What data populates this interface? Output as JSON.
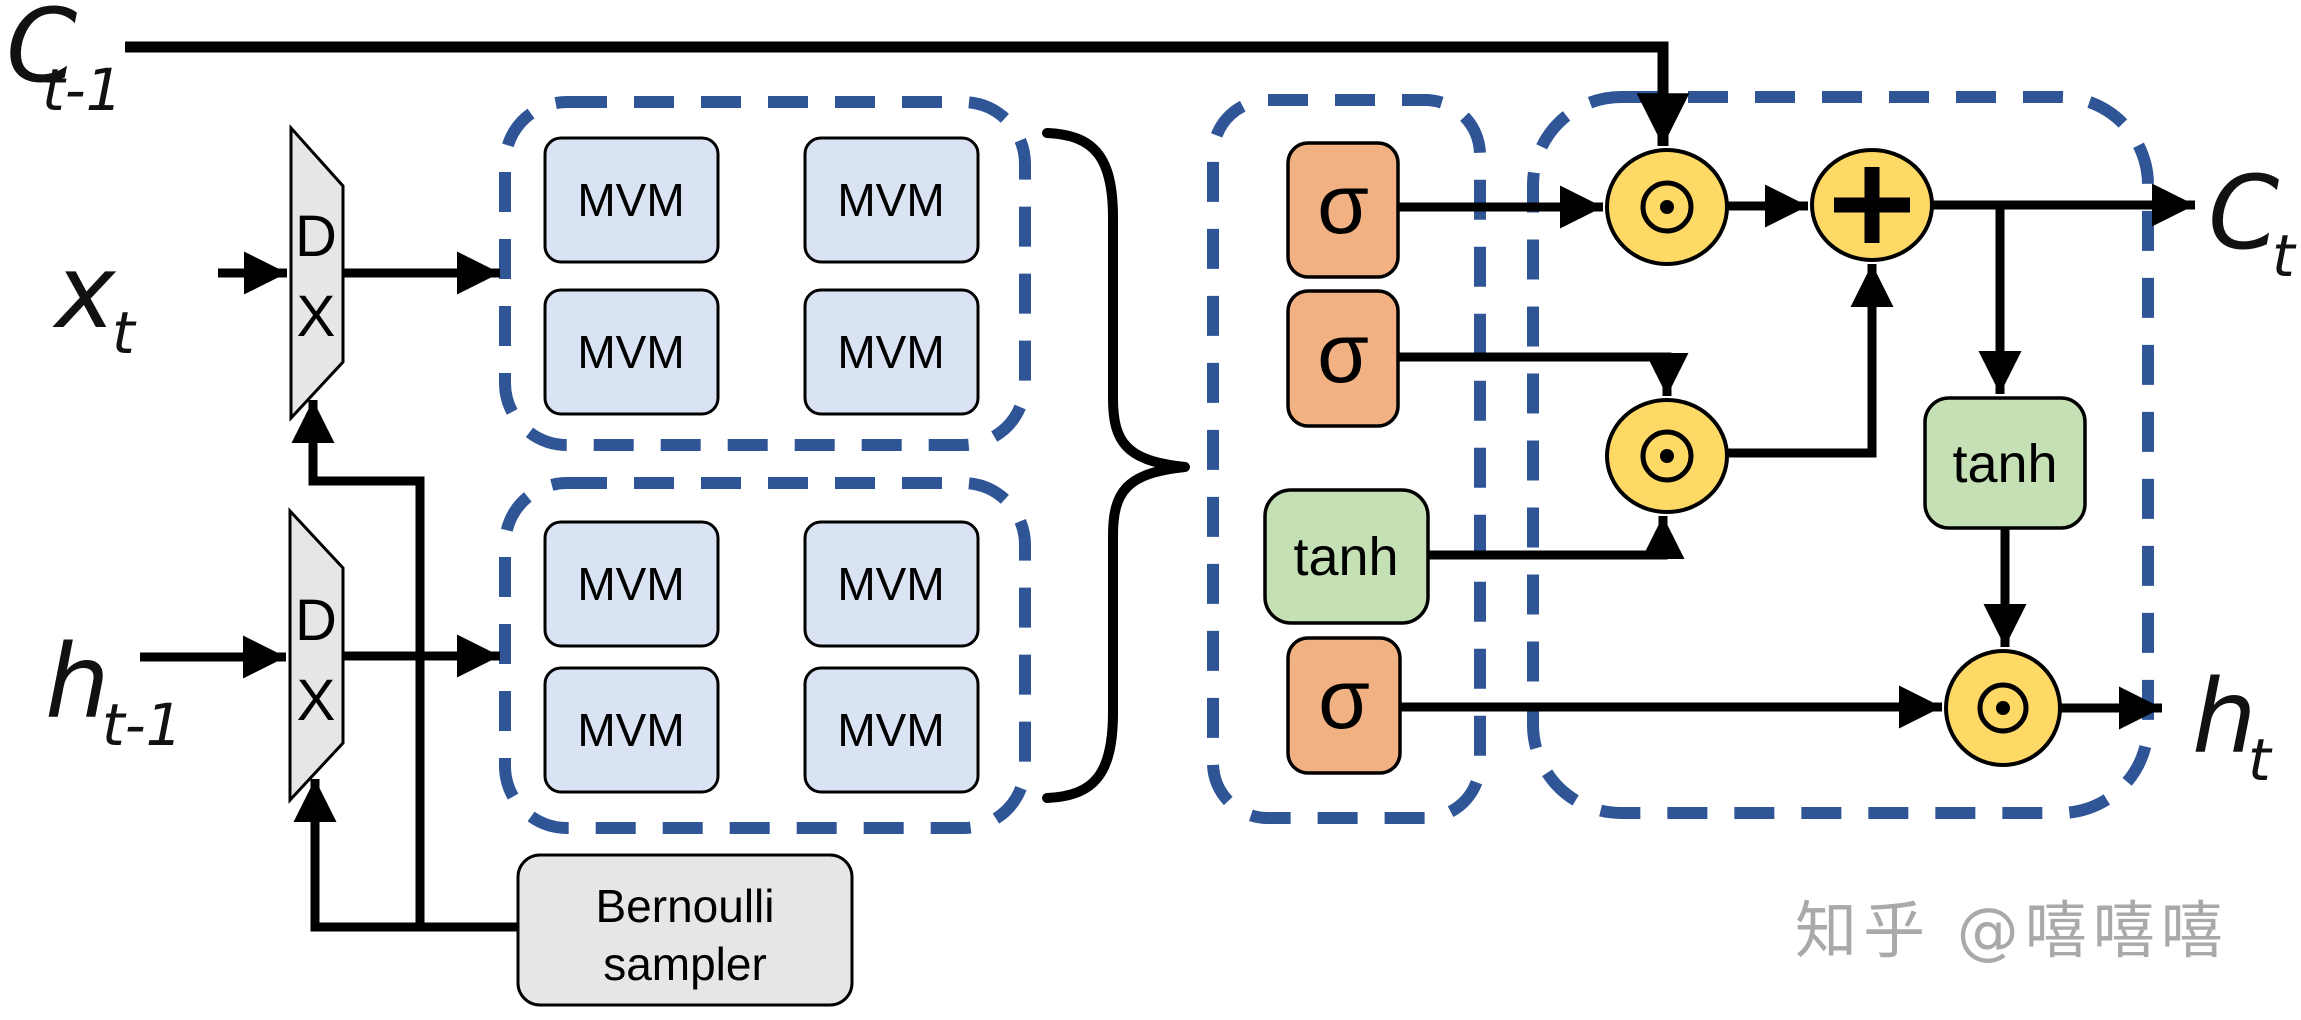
{
  "labels": {
    "cell_state_in": {
      "base": "C",
      "sub": "t-1"
    },
    "input": {
      "base": "x",
      "sub": "t"
    },
    "hidden_in": {
      "base": "h",
      "sub": "t-1"
    },
    "cell_state_out": {
      "base": "C",
      "sub": "t"
    },
    "hidden_out": {
      "base": "h",
      "sub": "t"
    }
  },
  "demux": {
    "top": "D",
    "bottom": "X"
  },
  "mvm": {
    "label": "MVM",
    "top_group_count": 4,
    "bottom_group_count": 4
  },
  "sampler": {
    "line1": "Bernoulli",
    "line2": "sampler"
  },
  "activations": {
    "sigma": "σ",
    "tanh": "tanh"
  },
  "operators": {
    "elementwise_multiply": "⊙",
    "add": "+"
  },
  "watermark": {
    "text": "知乎 @嘻嘻嘻"
  },
  "colors": {
    "dashed_group": "#2f5597",
    "mvm_fill": "#dae3f3",
    "sigma_fill": "#f2b183",
    "tanh_fill": "#c5e0b4",
    "operator_fill": "#ffd966",
    "gray_fill": "#e7e6e6",
    "wire": "#000000",
    "watermark": "#a9a9a9"
  }
}
